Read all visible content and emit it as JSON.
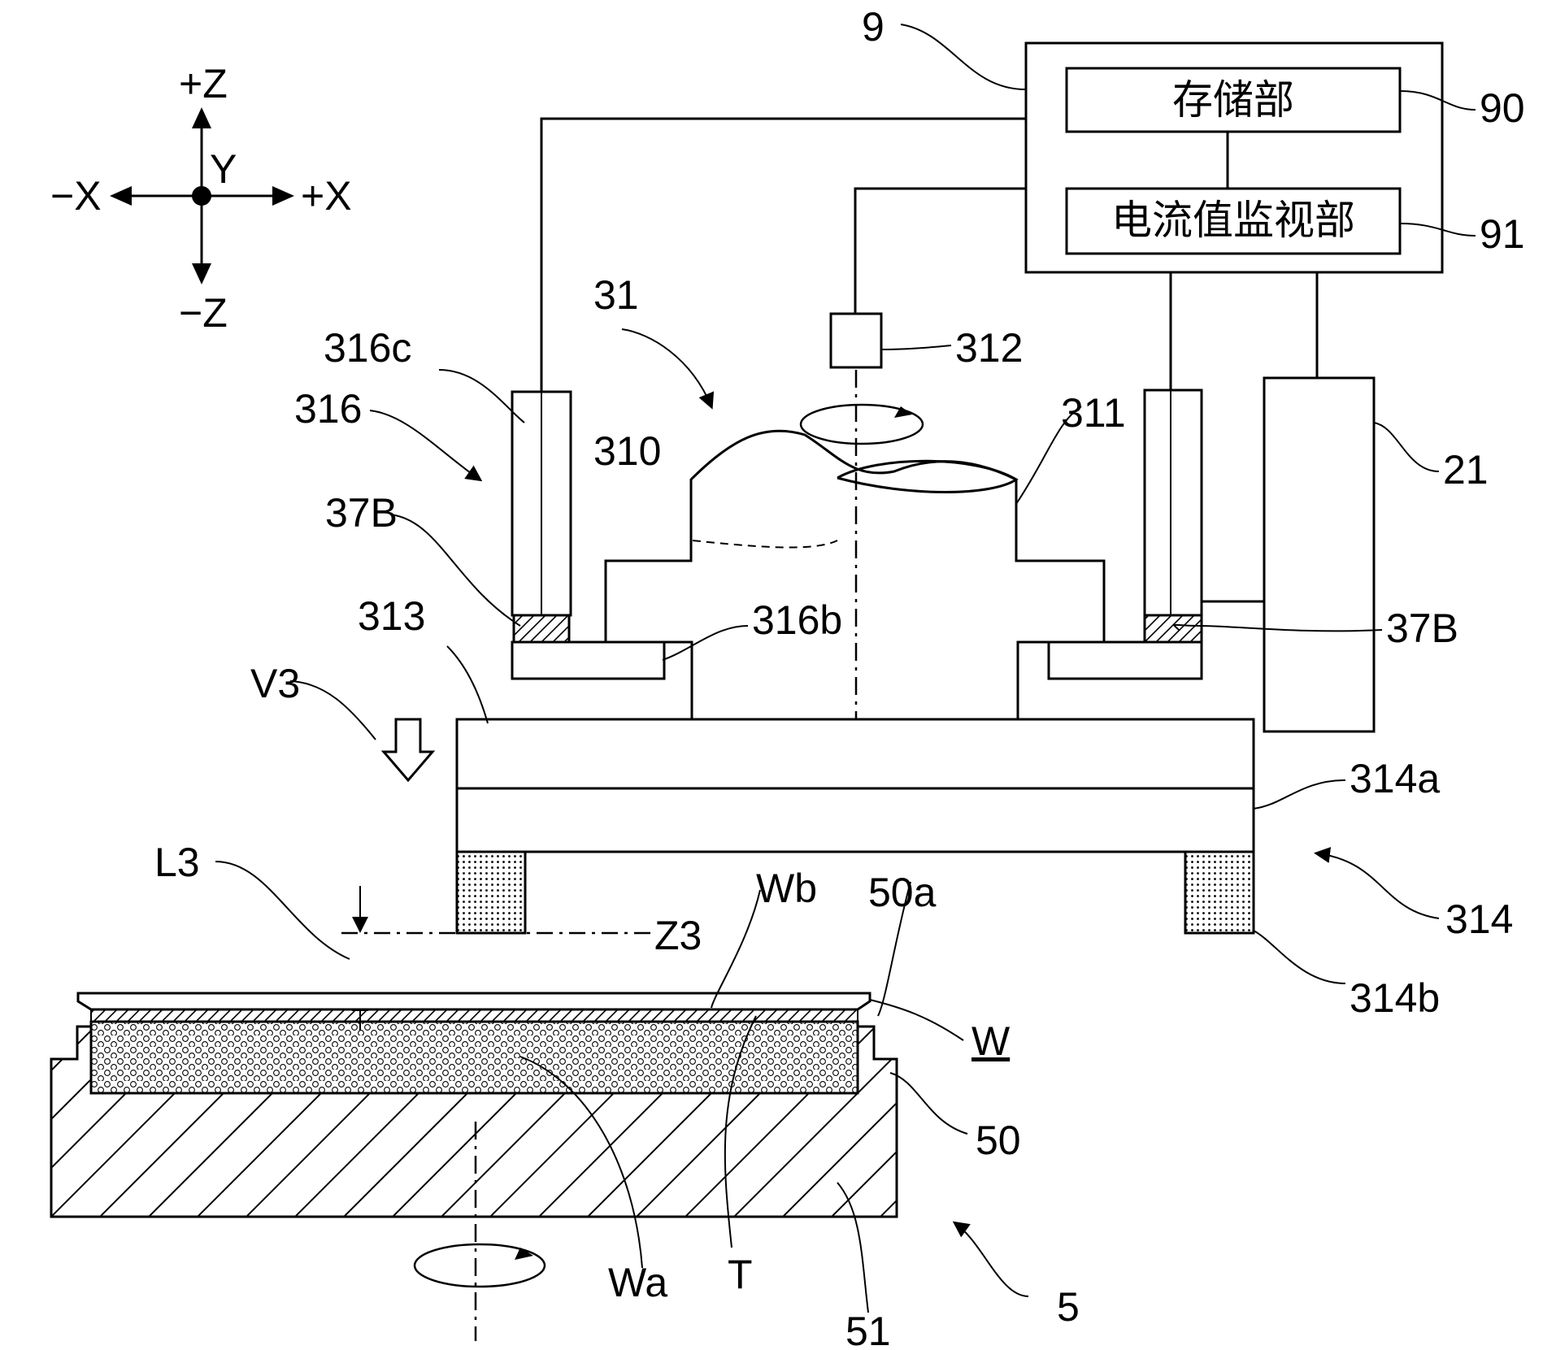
{
  "axes": {
    "plus_z": "+Z",
    "minus_z": "−Z",
    "plus_x": "+X",
    "minus_x": "−X",
    "y": "Y"
  },
  "controller": {
    "storage_unit": "存储部",
    "current_monitor_unit": "电流值监视部"
  },
  "labels": {
    "l9": "9",
    "l90": "90",
    "l91": "91",
    "l31": "31",
    "l312": "312",
    "l316c": "316c",
    "l316": "316",
    "l311": "311",
    "l310": "310",
    "l21": "21",
    "l37b_left": "37B",
    "l37b_right": "37B",
    "l313": "313",
    "l316b": "316b",
    "lv3": "V3",
    "l314a": "314a",
    "l314": "314",
    "l314b": "314b",
    "ll3": "L3",
    "lz3": "Z3",
    "lwb": "Wb",
    "l50a": "50a",
    "lw": "W",
    "l50": "50",
    "lwa": "Wa",
    "lt": "T",
    "l51": "51",
    "l5": "5"
  }
}
